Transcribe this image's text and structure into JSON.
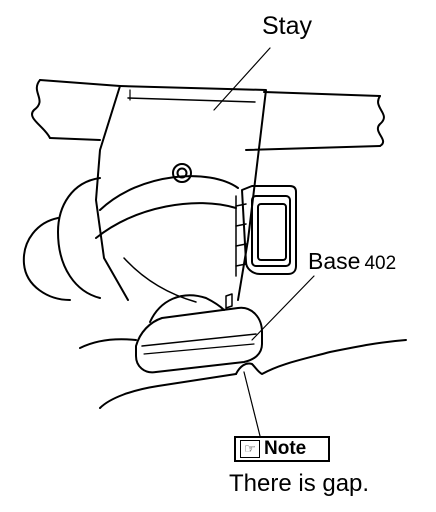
{
  "labels": {
    "stay": "Stay",
    "base": "Base",
    "base_number": "402",
    "note": "Note",
    "gap_text": "There is gap."
  },
  "icons": {
    "note": "pointing-hand-icon"
  },
  "colors": {
    "line": "#000000",
    "background": "#ffffff"
  }
}
